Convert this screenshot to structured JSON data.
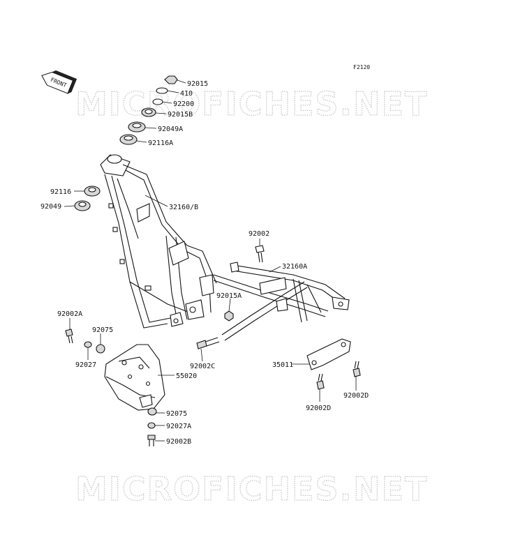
{
  "diagram_code": "F2120",
  "front_label": "FRONT",
  "watermark": "MICROFICHES.NET",
  "callouts": {
    "p92015": "92015",
    "p410": "410",
    "p92200": "92200",
    "p92015B": "92015B",
    "p92049A": "92049A",
    "p92116A": "92116A",
    "p92116": "92116",
    "p92049": "92049",
    "p32160B": "32160/B",
    "p92002": "92002",
    "p32160A": "32160A",
    "p92015A": "92015A",
    "p92002A": "92002A",
    "p92075_top": "92075",
    "p92027": "92027",
    "p92002C": "92002C",
    "p55020": "55020",
    "p35011": "35011",
    "p92002D_left": "92002D",
    "p92002D_right": "92002D",
    "p92075_bottom": "92075",
    "p92027A": "92027A",
    "p92002B": "92002B"
  }
}
